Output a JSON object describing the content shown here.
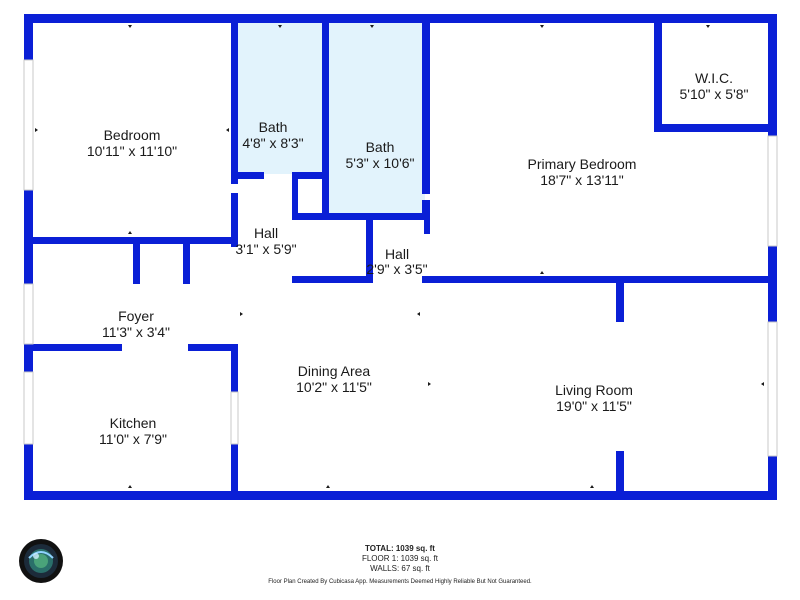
{
  "colors": {
    "wall": "#0a1fd6",
    "bath_fill": "#e2f3fc",
    "window": "#d0d0d0",
    "background": "#ffffff"
  },
  "rooms": [
    {
      "id": "bedroom",
      "name": "Bedroom",
      "size": "10'11\" x 11'10\""
    },
    {
      "id": "bath-1",
      "name": "Bath",
      "size": "4'8\" x 8'3\""
    },
    {
      "id": "bath-2",
      "name": "Bath",
      "size": "5'3\" x 10'6\""
    },
    {
      "id": "primary-bedroom",
      "name": "Primary Bedroom",
      "size": "18'7\" x 13'11\""
    },
    {
      "id": "wic",
      "name": "W.I.C.",
      "size": "5'10\" x 5'8\""
    },
    {
      "id": "hall-1",
      "name": "Hall",
      "size": "3'1\" x 5'9\""
    },
    {
      "id": "hall-2",
      "name": "Hall",
      "size": "2'9\" x 3'5\""
    },
    {
      "id": "foyer",
      "name": "Foyer",
      "size": "11'3\" x 3'4\""
    },
    {
      "id": "dining-area",
      "name": "Dining Area",
      "size": "10'2\" x 11'5\""
    },
    {
      "id": "kitchen",
      "name": "Kitchen",
      "size": "11'0\" x 7'9\""
    },
    {
      "id": "living-room",
      "name": "Living Room",
      "size": "19'0\" x 11'5\""
    }
  ],
  "summary": {
    "total": "TOTAL: 1039 sq. ft",
    "floor1": "FLOOR 1: 1039 sq. ft",
    "walls": "WALLS: 67 sq. ft",
    "credit": "Floor Plan Created By Cubicasa App. Measurements Deemed Highly Reliable But Not Guaranteed."
  },
  "logo_icon": "camera-lens-logo-icon"
}
